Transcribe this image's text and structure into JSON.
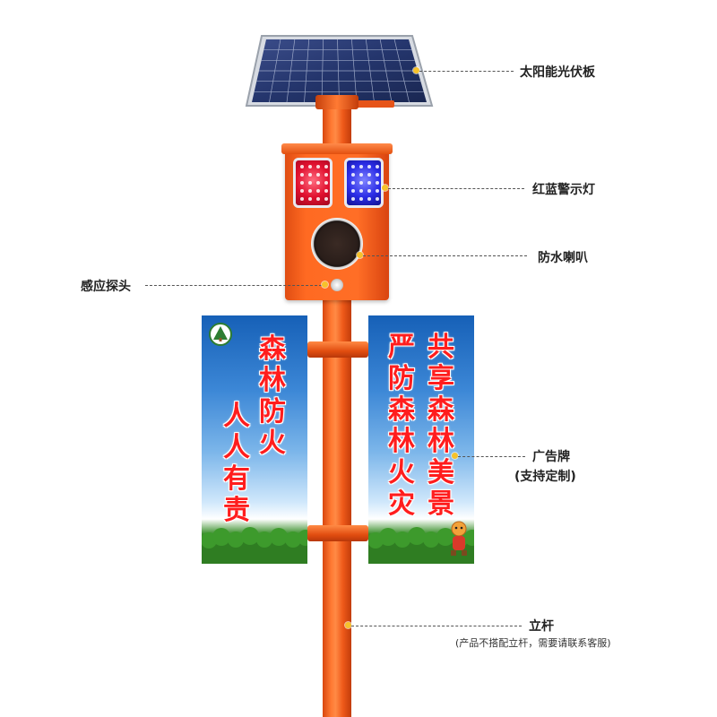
{
  "labels": {
    "solar_panel": "太阳能光伏板",
    "warning_light": "红蓝警示灯",
    "speaker": "防水喇叭",
    "sensor": "感应探头",
    "billboard": "广告牌",
    "billboard_note": "(支持定制)",
    "pole": "立杆",
    "pole_note": "(产品不搭配立杆，需要请联系客服)"
  },
  "billboards": {
    "left": {
      "col1": "森林防火",
      "col2": "人人有责"
    },
    "right": {
      "col1": "严防森林火灾",
      "col2": "共享森林美景"
    }
  },
  "colors": {
    "pole": "#ff6a22",
    "slogan_text": "#ff1d1d",
    "callout_dot": "#f6c22b",
    "sky_top": "#1660b7"
  },
  "icons": {
    "forestry_logo": "forestry-emblem-icon",
    "mascot": "fire-prevention-mascot-icon"
  }
}
